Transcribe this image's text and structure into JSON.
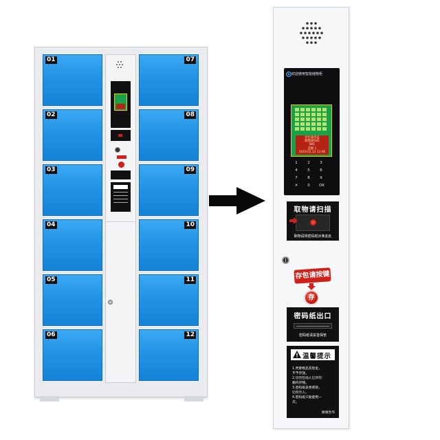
{
  "locker": {
    "left_doors": [
      "01",
      "02",
      "03",
      "04",
      "05",
      "06"
    ],
    "right_doors": [
      "07",
      "08",
      "09",
      "10",
      "11",
      "12"
    ]
  },
  "panel": {
    "screen_title": "欢迎使用智能储物柜",
    "screen_info": [
      "存包请点这",
      "取物请扫码",
      "001",
      "还剩 1",
      "2019.02.12 12:46"
    ],
    "keypad_keys": [
      "1",
      "2",
      "3",
      "4",
      "5",
      "6",
      "7",
      "8",
      "9",
      "✕",
      "0",
      "OK"
    ],
    "scan_sign": {
      "title": "取物请扫描",
      "sub": "取物请将密码纸对准此处"
    },
    "deposit_sign": {
      "title": "存包请按键",
      "button": "存"
    },
    "ticket_sign": {
      "title": "密码纸出口",
      "sub": "密码纸请妥善保管"
    },
    "notice": {
      "title": "温馨提示",
      "items": [
        "1.贵重物品及现金，",
        "不予存放。",
        "2.切勿在他人已开的",
        "箱内存物。",
        "3.密码纸妥善保管，",
        "切勿示人。",
        "4.密码纸只能使用一",
        "次。"
      ],
      "thanks": "谢谢合作"
    }
  },
  "colors": {
    "door_blue": "#1e8fe3",
    "sign_black": "#111111",
    "accent_red": "#d0201a",
    "screen_green": "#1aa24a"
  },
  "icons": {
    "arrow": "right-arrow-icon",
    "speaker": "speaker-grille-icon",
    "lock": "key-lock-icon"
  }
}
